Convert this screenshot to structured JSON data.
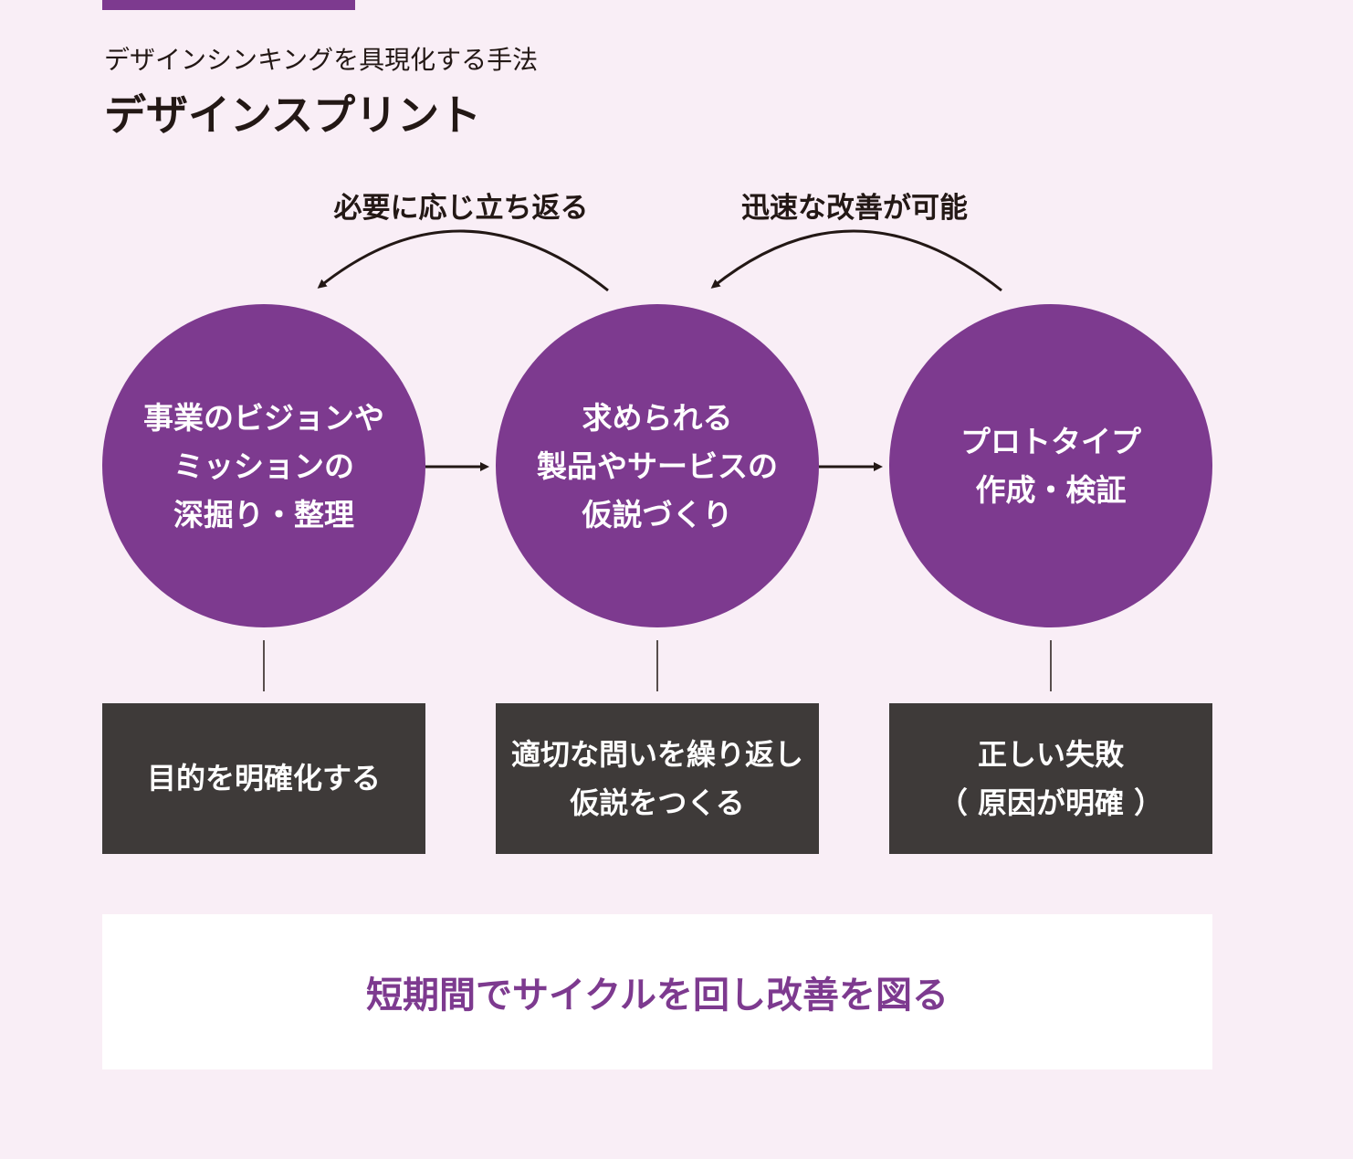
{
  "header": {
    "subtitle": "デザインシンキングを具現化する手法",
    "title": "デザインスプリント"
  },
  "loops": [
    {
      "label": "必要に応じ立ち返る"
    },
    {
      "label": "迅速な改善が可能"
    }
  ],
  "steps": [
    {
      "lines": [
        "事業のビジョンや",
        "ミッションの",
        "深掘り・整理"
      ],
      "outcome": [
        "目的を明確化する"
      ]
    },
    {
      "lines": [
        "求められる",
        "製品やサービスの",
        "仮説づくり"
      ],
      "outcome": [
        "適切な問いを繰り返し",
        "仮説をつくる"
      ]
    },
    {
      "lines": [
        "プロトタイプ",
        "作成・検証"
      ],
      "outcome": [
        "正しい失敗",
        "（ 原因が明確 ）"
      ]
    }
  ],
  "summary": "短期間でサイクルを回し改善を図る",
  "colors": {
    "accent": "#7d3a8f",
    "box": "#3e3a39",
    "background": "#f9eef6"
  }
}
